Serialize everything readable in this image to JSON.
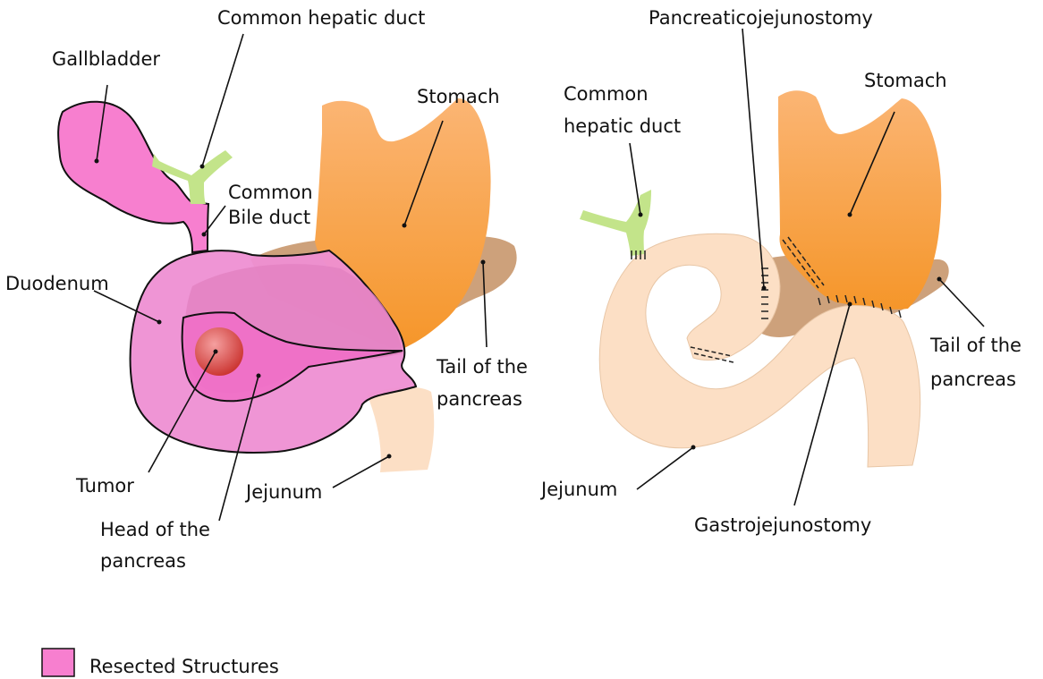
{
  "left_panel": {
    "labels": {
      "common_hepatic_duct": "Common hepatic duct",
      "gallbladder": "Gallbladder",
      "stomach": "Stomach",
      "common_bile_duct_1": "Common",
      "common_bile_duct_2": "Bile duct",
      "duodenum": "Duodenum",
      "tail_pancreas_1": "Tail of the",
      "tail_pancreas_2": "pancreas",
      "tumor": "Tumor",
      "jejunum": "Jejunum",
      "head_pancreas_1": "Head of the",
      "head_pancreas_2": "pancreas"
    }
  },
  "right_panel": {
    "labels": {
      "pancreaticojejunostomy": "Pancreaticojejunostomy",
      "common_hepatic_duct_1": "Common",
      "common_hepatic_duct_2": "hepatic duct",
      "stomach": "Stomach",
      "tail_pancreas_1": "Tail of the",
      "tail_pancreas_2": "pancreas",
      "jejunum": "Jejunum",
      "gastrojejunostomy": "Gastrojejunostomy"
    }
  },
  "legend": {
    "label": "Resected Structures",
    "color": "#f77fcf"
  },
  "colors": {
    "resected": "#ee8fd3",
    "gallbladder": "#f77fcf",
    "duct": "#c3e48a",
    "stomach": "#f7a948",
    "pancreas_tail": "#cda17b",
    "jejunum": "#fcdfc5",
    "tumor": "#d9534f"
  }
}
